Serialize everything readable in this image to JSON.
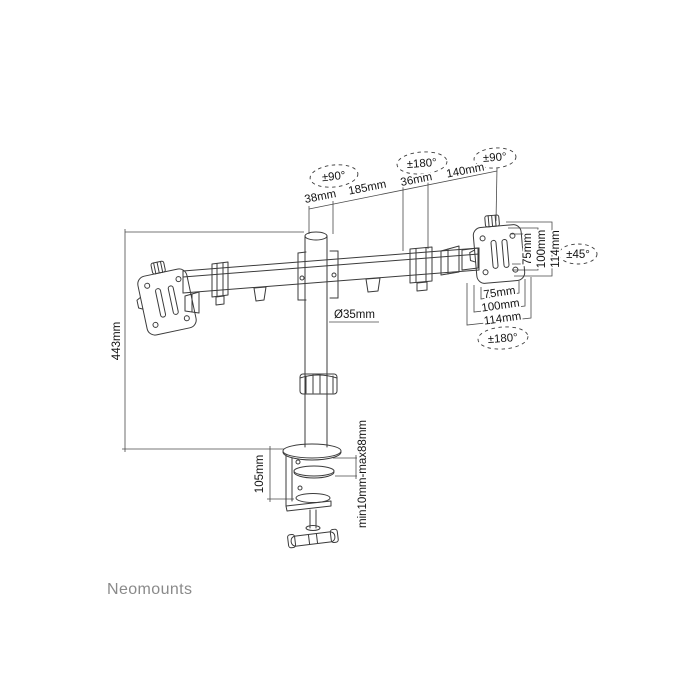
{
  "brand": {
    "label": "Neomounts",
    "color": "#8a8a8a"
  },
  "colors": {
    "background": "#ffffff",
    "line": "#3b3b3b",
    "dimension": "#4a4a4a",
    "text": "#141414"
  },
  "labels": {
    "arm_segment_1": "38mm",
    "arm_segment_2": "185mm",
    "arm_segment_3": "36mm",
    "arm_segment_4": "140mm",
    "swivel_left": "±90°",
    "swivel_middle": "±180°",
    "swivel_right": "±90°",
    "tilt_range": "±45°",
    "plate_rotation": "±180°",
    "vesa_side_75": "75mm",
    "vesa_side_100": "100mm",
    "vesa_side_114": "114mm",
    "vesa_bottom_75": "75mm",
    "vesa_bottom_100": "100mm",
    "vesa_bottom_114": "114mm",
    "pole_diameter": "Ø35mm",
    "column_height": "443mm",
    "clamp_height": "105mm",
    "clamp_range": "min10mm-max88mm"
  }
}
